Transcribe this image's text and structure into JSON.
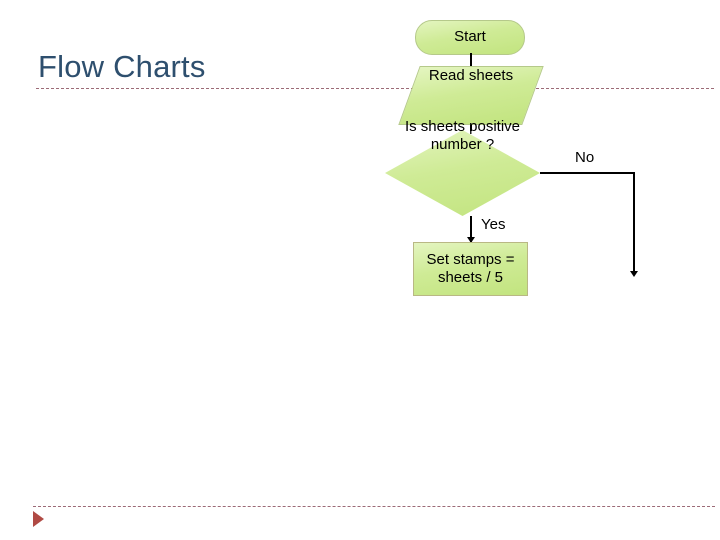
{
  "slide": {
    "title": "Flow Charts",
    "accent_title_color": "#2e4f6e",
    "rule_color": "#9c6b77",
    "shape_fill_color": "#cfeb96",
    "shape_border_color": "#b5c98a",
    "marker_color": "#b04a44"
  },
  "flowchart": {
    "nodes": [
      {
        "id": "start",
        "type": "terminator",
        "label": "Start"
      },
      {
        "id": "read",
        "type": "input-output",
        "label": "Read sheets"
      },
      {
        "id": "decision",
        "type": "decision",
        "label": "Is sheets positive number ?"
      },
      {
        "id": "process",
        "type": "process",
        "label": "Set stamps = sheets / 5"
      }
    ],
    "edges": [
      {
        "from": "start",
        "to": "read",
        "label": ""
      },
      {
        "from": "read",
        "to": "decision",
        "label": ""
      },
      {
        "from": "decision",
        "to": "process",
        "label": "Yes"
      },
      {
        "from": "decision",
        "to": "exit",
        "label": "No"
      }
    ]
  },
  "footer": {
    "advance_marker": "play-triangle"
  }
}
